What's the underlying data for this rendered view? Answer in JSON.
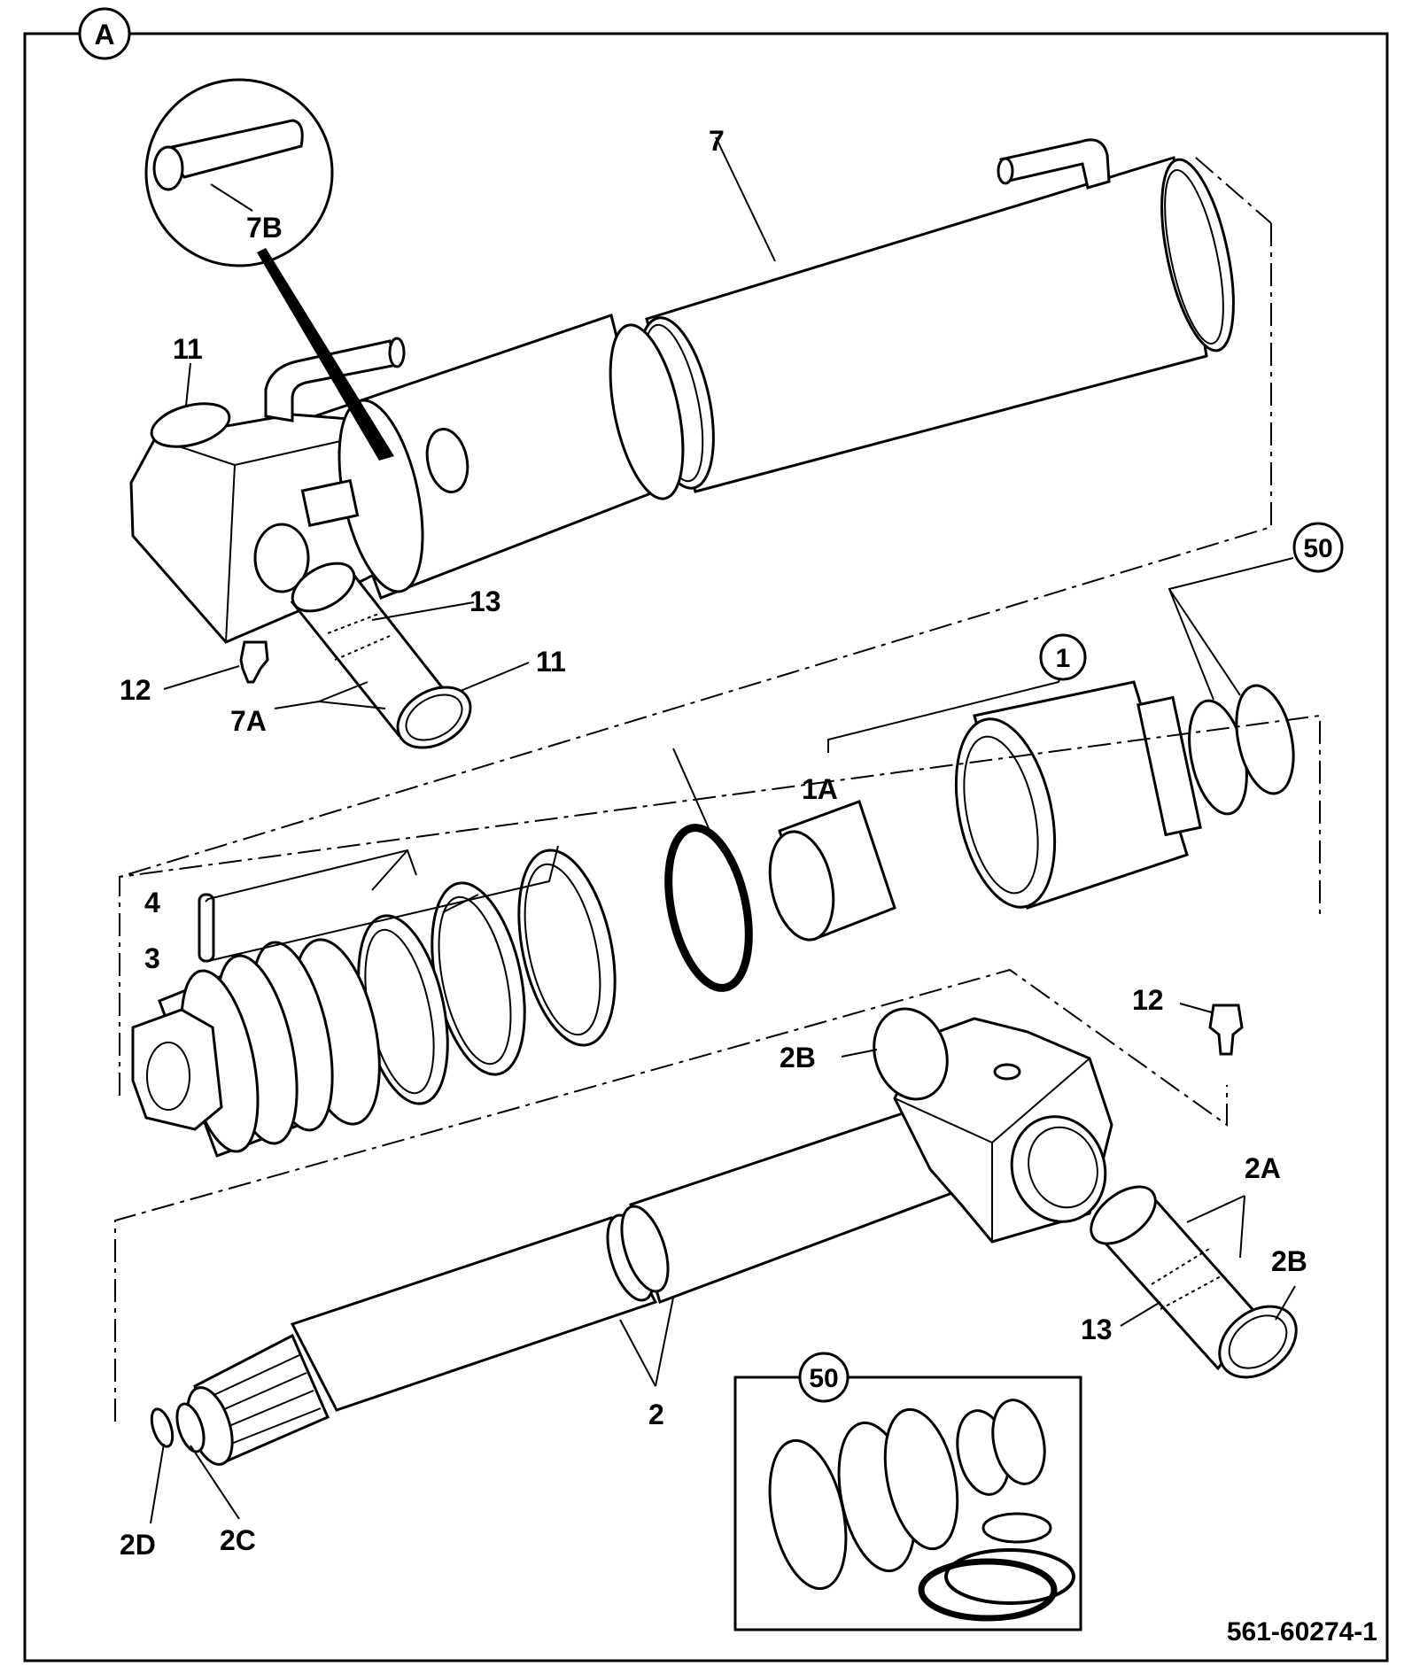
{
  "callouts": {
    "frame": "A",
    "barrel": "7",
    "tube_detail": "7B",
    "port_ring_top": "11",
    "bush_right": "11",
    "bearing_top": "13",
    "grease_top": "12",
    "bush_pair": "7A",
    "seal_kit": "50",
    "gland": "1",
    "gland_bush": "1A",
    "roll_pin": "4",
    "piston": "3",
    "grease_rod": "12",
    "rod_seal": "2B",
    "rod_bush_pair": "2A",
    "rod_bush_seal": "2B",
    "bearing_rod": "13",
    "rod": "2",
    "circlip": "2D",
    "nut": "2C",
    "inset_kit": "50"
  },
  "drawing_number": "561-60274-1"
}
